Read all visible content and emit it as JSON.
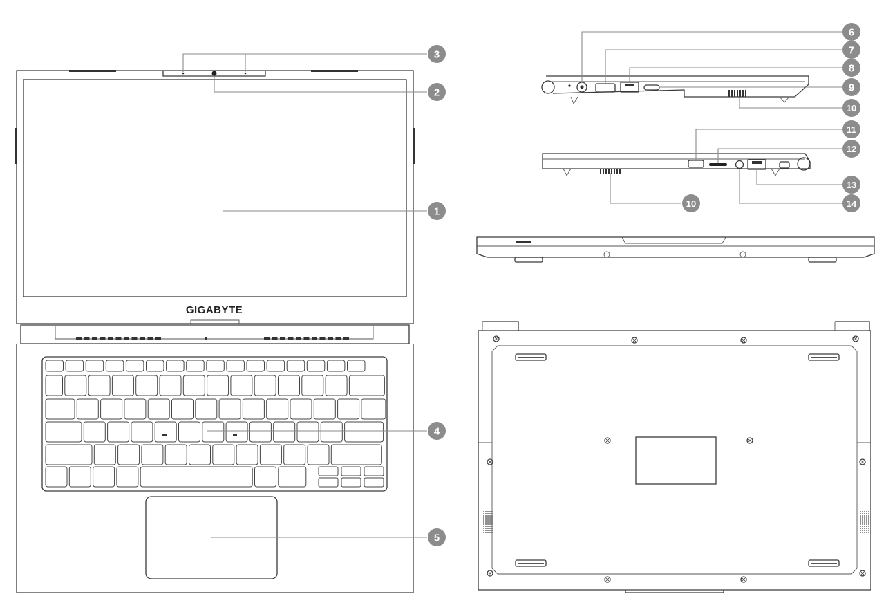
{
  "brand": {
    "logo_text": "GIGABYTE"
  },
  "callouts": [
    {
      "label": "1"
    },
    {
      "label": "2"
    },
    {
      "label": "3"
    },
    {
      "label": "4"
    },
    {
      "label": "5"
    },
    {
      "label": "6"
    },
    {
      "label": "7"
    },
    {
      "label": "8"
    },
    {
      "label": "9"
    },
    {
      "label": "10"
    },
    {
      "label": "10"
    },
    {
      "label": "11"
    },
    {
      "label": "12"
    },
    {
      "label": "13"
    },
    {
      "label": "14"
    }
  ]
}
